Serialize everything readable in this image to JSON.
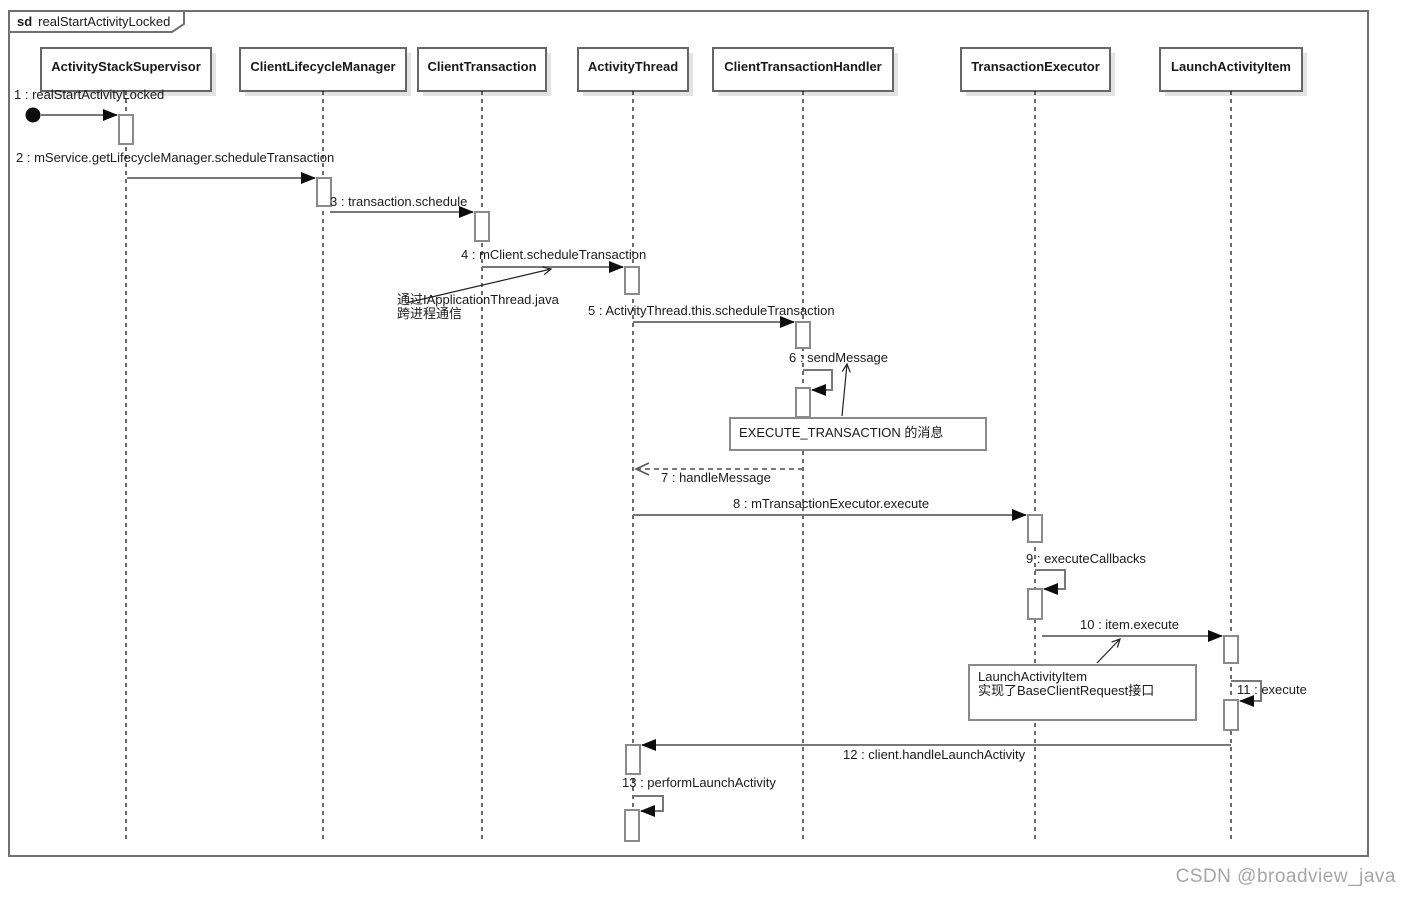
{
  "diagram_type": "uml-sequence-diagram",
  "frame": {
    "keyword": "sd",
    "title": "realStartActivityLocked"
  },
  "lifelines": [
    {
      "label": "ActivityStackSupervisor"
    },
    {
      "label": "ClientLifecycleManager"
    },
    {
      "label": "ClientTransaction"
    },
    {
      "label": "ActivityThread"
    },
    {
      "label": "ClientTransactionHandler"
    },
    {
      "label": "TransactionExecutor"
    },
    {
      "label": "LaunchActivityItem"
    }
  ],
  "messages": [
    {
      "label": "1 : realStartActivityLocked",
      "from": "found-message",
      "to": "ActivityStackSupervisor",
      "kind": "sync"
    },
    {
      "label": "2 : mService.getLifecycleManager.scheduleTransaction",
      "from": "ActivityStackSupervisor",
      "to": "ClientLifecycleManager",
      "kind": "sync"
    },
    {
      "label": "3 : transaction.schedule",
      "from": "ClientLifecycleManager",
      "to": "ClientTransaction",
      "kind": "sync"
    },
    {
      "label": "4 : mClient.scheduleTransaction",
      "from": "ClientTransaction",
      "to": "ActivityThread",
      "kind": "sync"
    },
    {
      "label": "5 : ActivityThread.this.scheduleTransaction",
      "from": "ActivityThread",
      "to": "ClientTransactionHandler",
      "kind": "sync"
    },
    {
      "label": "6 : sendMessage",
      "from": "ClientTransactionHandler",
      "to": "ClientTransactionHandler",
      "kind": "self"
    },
    {
      "label": "7 : handleMessage",
      "from": "ClientTransactionHandler",
      "to": "ActivityThread",
      "kind": "dashed-return"
    },
    {
      "label": "8 : mTransactionExecutor.execute",
      "from": "ActivityThread",
      "to": "TransactionExecutor",
      "kind": "sync"
    },
    {
      "label": "9 : executeCallbacks",
      "from": "TransactionExecutor",
      "to": "TransactionExecutor",
      "kind": "self"
    },
    {
      "label": "10 : item.execute",
      "from": "TransactionExecutor",
      "to": "LaunchActivityItem",
      "kind": "sync"
    },
    {
      "label": "11 : execute",
      "from": "LaunchActivityItem",
      "to": "LaunchActivityItem",
      "kind": "self"
    },
    {
      "label": "12 : client.handleLaunchActivity",
      "from": "LaunchActivityItem",
      "to": "ActivityThread",
      "kind": "sync"
    },
    {
      "label": "13 : performLaunchActivity",
      "from": "ActivityThread",
      "to": "ActivityThread",
      "kind": "self"
    }
  ],
  "notes": [
    {
      "text": "通过IApplicationThread.java\n跨进程通信",
      "style": "free-text",
      "points_to": "message-4"
    },
    {
      "text": "EXECUTE_TRANSACTION 的消息",
      "style": "boxed",
      "points_to": "message-6"
    },
    {
      "text": "LaunchActivityItem\n实现了BaseClientRequest接口",
      "style": "boxed",
      "points_to": "message-10"
    }
  ],
  "watermark": "CSDN @broadview_java",
  "colors": {
    "line": "#787878",
    "arrowhead": "#0d0d0d",
    "border": "#666666",
    "activation_border": "#8a8a8a",
    "shadow": "#e3e3e3",
    "text": "#1a1a1a",
    "watermark": "#a6a6a6",
    "background": "#ffffff"
  }
}
